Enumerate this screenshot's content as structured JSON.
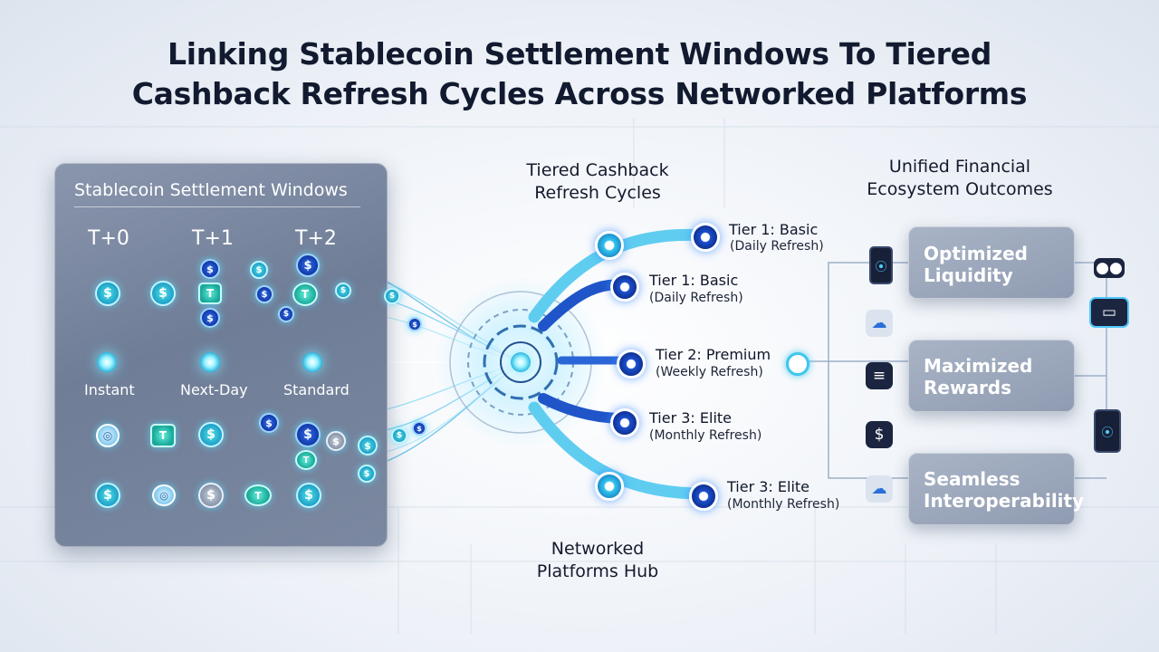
{
  "title": {
    "line1": "Linking Stablecoin Settlement Windows To Tiered",
    "line2": "Cashback Refresh Cycles Across Networked Platforms"
  },
  "settlement_panel": {
    "title": "Stablecoin Settlement Windows",
    "windows": [
      "T+0",
      "T+1",
      "T+2"
    ],
    "speeds": [
      "Instant",
      "Next-Day",
      "Standard"
    ]
  },
  "cashback": {
    "heading_line1": "Tiered Cashback",
    "heading_line2": "Refresh Cycles",
    "tiers": [
      {
        "name": "Tier 1: Basic",
        "refresh": "(Daily Refresh)"
      },
      {
        "name": "Tier 1: Basic",
        "refresh": "(Daily Refresh)"
      },
      {
        "name": "Tier 2: Premium",
        "refresh": "(Weekly Refresh)"
      },
      {
        "name": "Tier 3: Elite",
        "refresh": "(Monthly Refresh)"
      },
      {
        "name": "Tier 3: Elite",
        "refresh": "(Monthly Refresh)"
      }
    ]
  },
  "hub": {
    "label_line1": "Networked",
    "label_line2": "Platforms Hub"
  },
  "outcomes": {
    "heading_line1": "Unified Financial",
    "heading_line2": "Ecosystem Outcomes",
    "cards": [
      {
        "line1": "Optimized",
        "line2": "Liquidity"
      },
      {
        "line1": "Maximized",
        "line2": "Rewards"
      },
      {
        "line1": "Seamless",
        "line2": "Interoperability"
      }
    ]
  },
  "colors": {
    "accent_cyan": "#3fc6ee",
    "accent_blue": "#1b4fd0",
    "panel": "#7b88a0",
    "title": "#111a2e"
  },
  "icons": {
    "coin_symbol": "$",
    "tether_symbol": "T",
    "ring_symbol": "◎"
  }
}
